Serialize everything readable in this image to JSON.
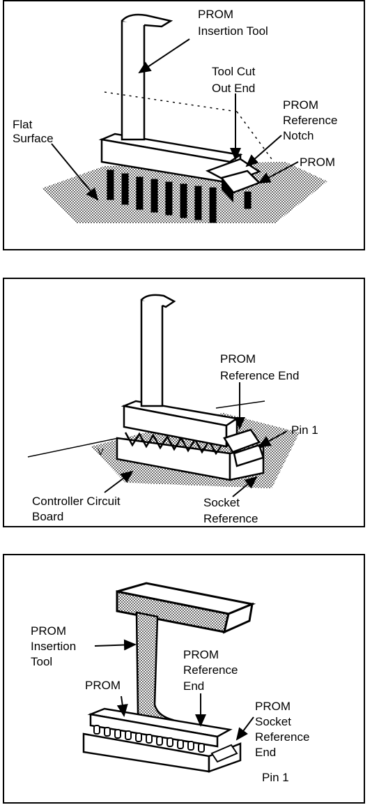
{
  "panel1": {
    "labels": {
      "prom_line1": "PROM",
      "insertion_tool": "Insertion Tool",
      "tool_cut_line1": "Tool Cut",
      "tool_cut_line2": "Out End",
      "ref_notch_line1": "PROM",
      "ref_notch_line2": "Reference",
      "ref_notch_line3": "Notch",
      "prom": "PROM",
      "flat_line1": "Flat",
      "flat_line2": "Surface"
    }
  },
  "panel2": {
    "labels": {
      "ref_end_line1": "PROM",
      "ref_end_line2": "Reference End",
      "pin1": "Pin 1",
      "controller_line1": "Controller Circuit",
      "controller_line2": "Board",
      "socket_line1": "Socket",
      "socket_line2": "Reference"
    }
  },
  "panel3": {
    "labels": {
      "tool_line1": "PROM",
      "tool_line2": "Insertion",
      "tool_line3": "Tool",
      "prom": "PROM",
      "ref_end_line1": "PROM",
      "ref_end_line2": "Reference",
      "ref_end_line3": "End",
      "socket_line1": "PROM",
      "socket_line2": "Socket",
      "socket_line3": "Reference",
      "socket_line4": "End",
      "pin1": "Pin 1"
    }
  },
  "colors": {
    "ink": "#000000",
    "paper": "#ffffff"
  }
}
